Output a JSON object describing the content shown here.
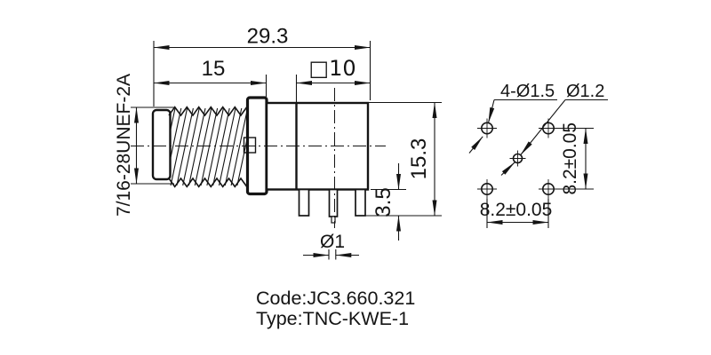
{
  "colors": {
    "ink": "#141414",
    "background": "#ffffff"
  },
  "main_view": {
    "overall_length": "29.3",
    "thread_length": "15",
    "body_width": "□10",
    "thread_spec": "7/16-28UNEF-2A",
    "total_height": "15.3",
    "pin_length": "3.5",
    "pin_diameter": "Ø1"
  },
  "hole_view": {
    "corner_holes": "4-Ø1.5",
    "center_hole": "Ø1.2",
    "vertical_pitch": "8.2±0.05",
    "horizontal_pitch": "8.2±0.05"
  },
  "footer": {
    "code_line": "Code:JC3.660.321",
    "type_line": "Type:TNC-KWE-1"
  }
}
